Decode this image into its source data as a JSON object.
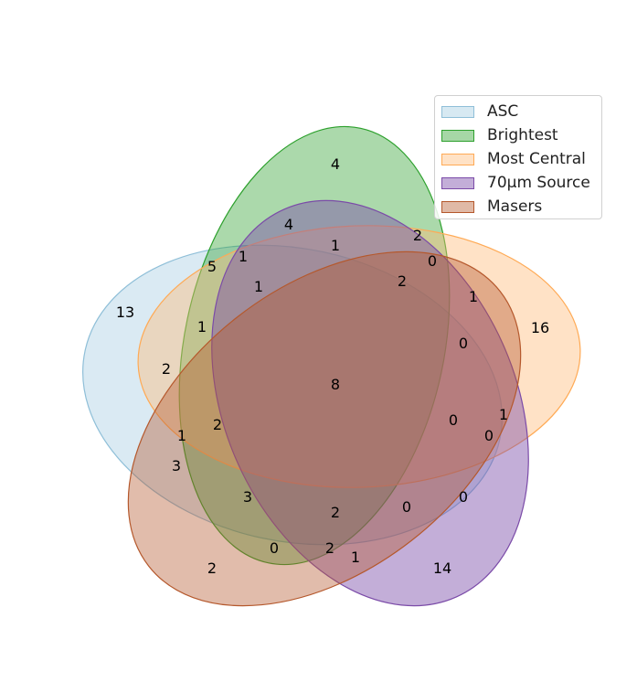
{
  "sets": [
    {
      "key": "asc",
      "label": "ASC",
      "fill": "#a6cee3",
      "stroke": "#8fbfd8"
    },
    {
      "key": "brightest",
      "label": "Brightest",
      "fill": "#2ca02c",
      "stroke": "#2ca02c"
    },
    {
      "key": "central",
      "label": "Most Central",
      "fill": "#ffbb78",
      "stroke": "#ffaa55"
    },
    {
      "key": "source70",
      "label": "70μm Source",
      "fill": "#7b4ba8",
      "stroke": "#7b4ba8"
    },
    {
      "key": "masers",
      "label": "Masers",
      "fill": "#b5582c",
      "stroke": "#b5582c"
    }
  ],
  "region_counts": {
    "only_asc": "13",
    "only_brightest": "4",
    "only_central": "16",
    "only_source70": "14",
    "only_masers": "2",
    "all_five": "8",
    "r_4": "4",
    "r_1a": "1",
    "r_1b": "1",
    "r_5": "5",
    "r_2a": "2",
    "r_0a": "0",
    "r_2b": "2",
    "r_1c": "1",
    "r_1d": "1",
    "r_1e": "1",
    "r_0b": "0",
    "r_2c": "2",
    "r_2d": "2",
    "r_0c": "0",
    "r_1f": "1",
    "r_0d": "0",
    "r_1g": "1",
    "r_3a": "3",
    "r_3b": "3",
    "r_0e": "0",
    "r_2e": "2",
    "r_0f": "0",
    "r_2f": "2",
    "r_1h": "1"
  }
}
